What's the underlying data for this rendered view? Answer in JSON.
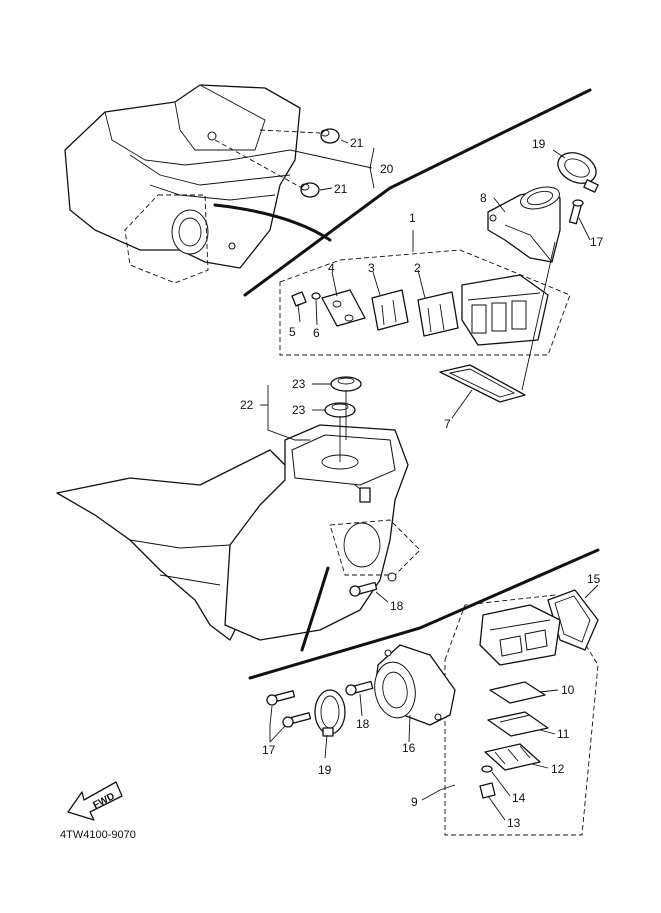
{
  "diagram": {
    "drawing_code": "4TW4100-9070",
    "direction_label": "FWD",
    "callouts": {
      "c1": "1",
      "c2": "2",
      "c3": "3",
      "c4": "4",
      "c5": "5",
      "c6": "6",
      "c7": "7",
      "c8": "8",
      "c9": "9",
      "c10": "10",
      "c11": "11",
      "c12": "12",
      "c13": "13",
      "c14": "14",
      "c15": "15",
      "c16": "16",
      "c17a": "17",
      "c17b": "17",
      "c18a": "18",
      "c18b": "18",
      "c19a": "19",
      "c19b": "19",
      "c20": "20",
      "c21a": "21",
      "c21b": "21",
      "c22": "22",
      "c23a": "23",
      "c23b": "23"
    }
  }
}
